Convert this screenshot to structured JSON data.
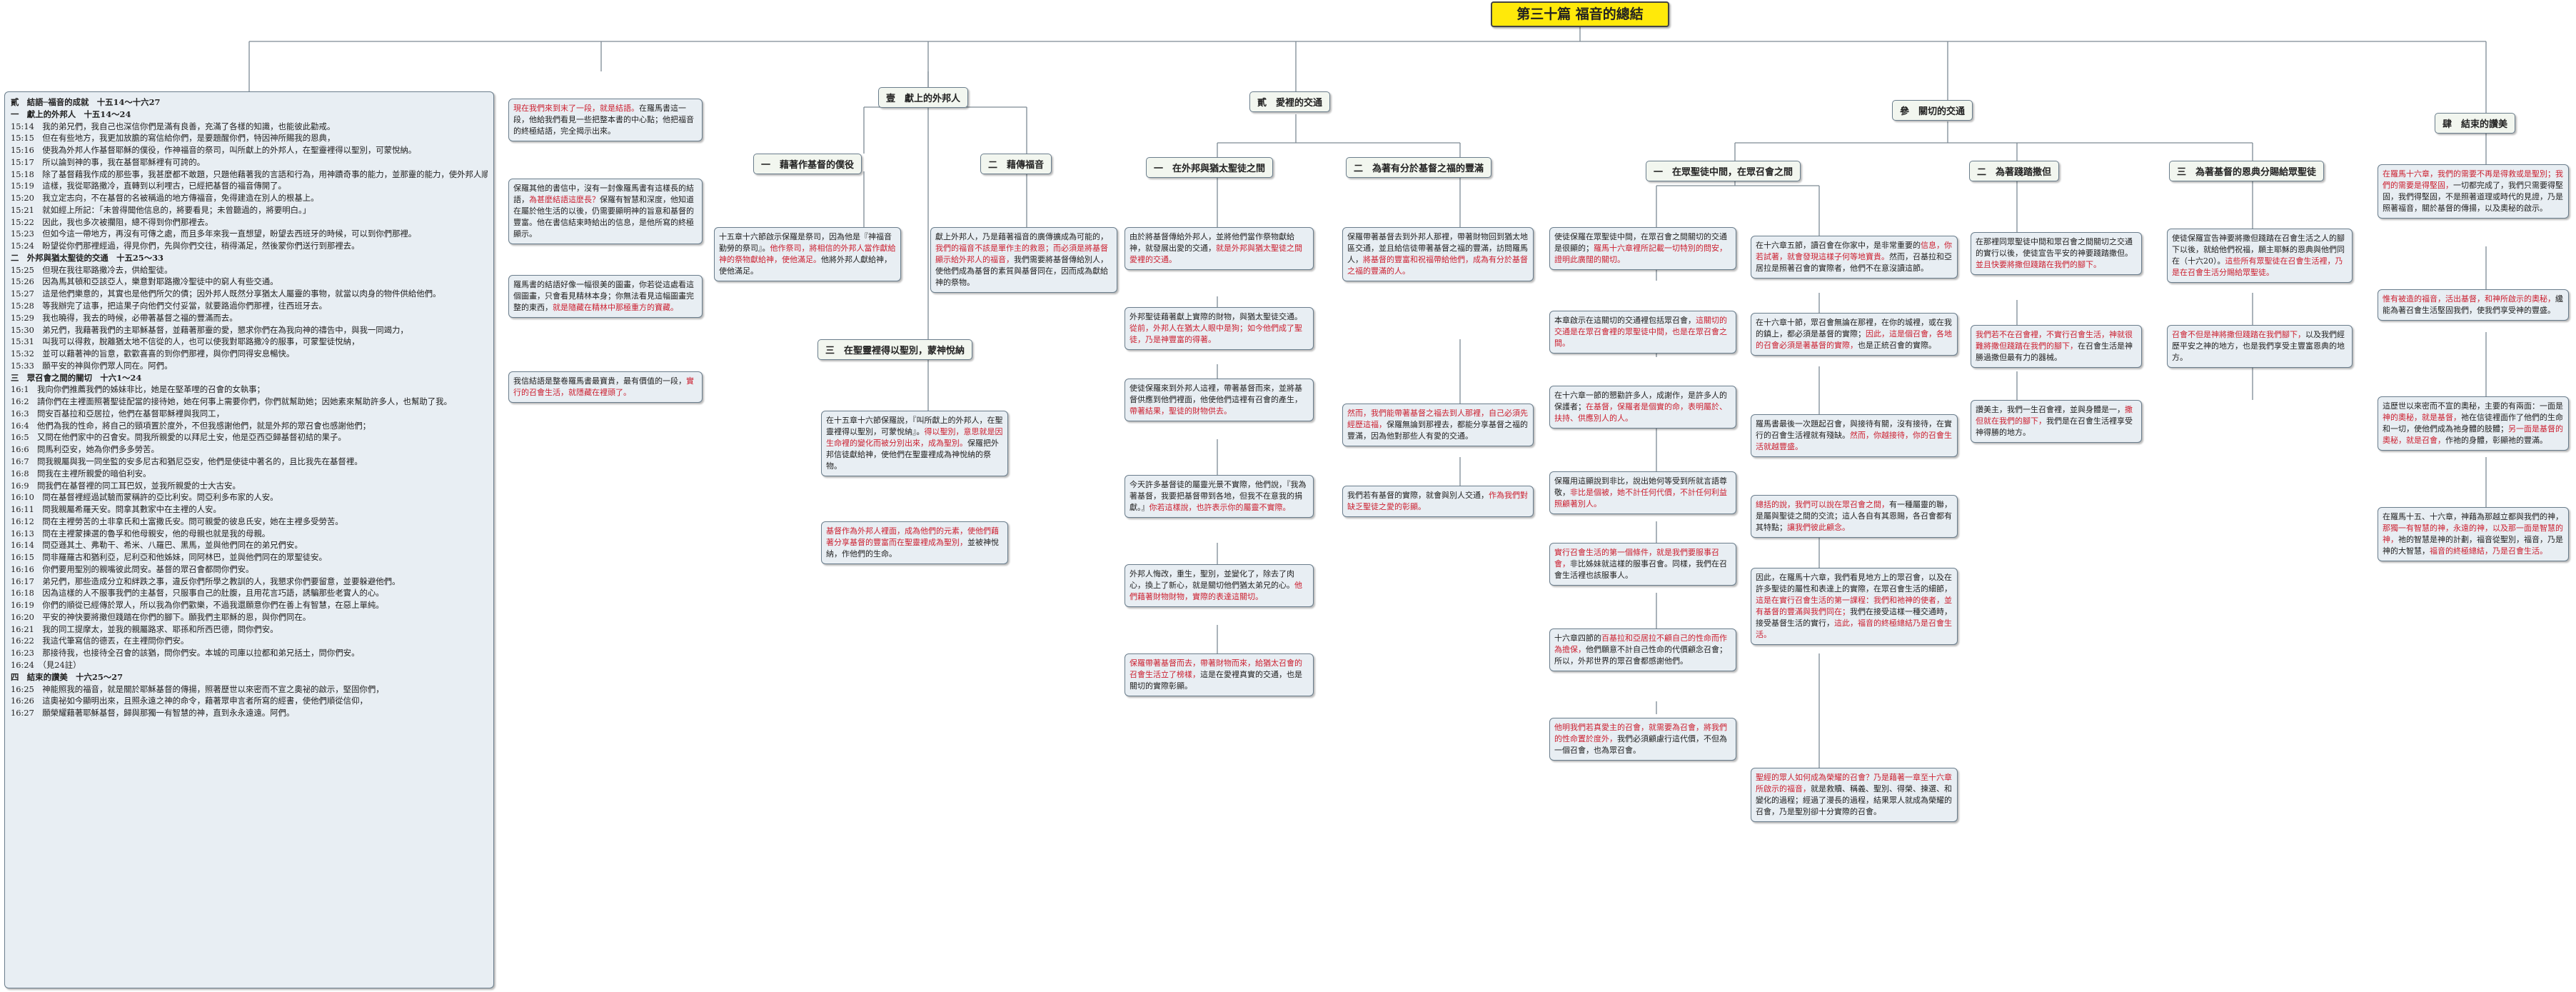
{
  "root": "第三十篇 福音的總結",
  "outline": [
    {
      "t": "貳　結語─福音的成就　十五14～十六27",
      "b": true
    },
    {
      "t": "一　獻上的外邦人　十五14～24",
      "b": true
    },
    {
      "t": "15:14　我的弟兄們，我自己也深信你們是滿有良善，充滿了各樣的知識，也能彼此勸戒。"
    },
    {
      "t": "15:15　但在有些地方，我更加放膽的寫信給你們，是要題醒你們，特因神所賜我的恩典，"
    },
    {
      "t": "15:16　使我為外邦人作基督耶穌的僕役，作神福音的祭司，叫所獻上的外邦人，在聖靈裡得以聖別，可蒙悅納。"
    },
    {
      "t": "15:17　所以論到神的事，我在基督耶穌裡有可誇的。"
    },
    {
      "t": "15:18　除了基督藉我作成的那些事，我甚麼都不敢題，只題他藉著我的言語和行為，用神蹟奇事的能力，並那靈的能力，使外邦人順從；"
    },
    {
      "t": "15:19　這樣，我從耶路撒冷，直轉到以利哩古，已經把基督的福音傳開了。"
    },
    {
      "t": "15:20　我立定志向，不在基督的名被稱過的地方傳福音，免得建造在別人的根基上。"
    },
    {
      "t": "15:21　就如經上所記：「未曾得聞他信息的，將要看見；未曾聽過的，將要明白。」"
    },
    {
      "t": "15:22　因此，我也多次被攔阻，總不得到你們那裡去。"
    },
    {
      "t": "15:23　但如今這一帶地方，再沒有可傳之處，而且多年來我一直想望，盼望去西班牙的時候，可以到你們那裡。"
    },
    {
      "t": "15:24　盼望從你們那裡經過，得見你們，先與你們交往，稍得滿足，然後蒙你們送行到那裡去。"
    },
    {
      "t": "二　外邦與猶太聖徒的交通　十五25～33",
      "b": true
    },
    {
      "t": "15:25　但現在我往耶路撒冷去，供給聖徒。"
    },
    {
      "t": "15:26　因為馬其頓和亞該亞人，樂意對耶路撒冷聖徒中的窮人有些交通。"
    },
    {
      "t": "15:27　這是他們樂意的，其實也是他們所欠的債；因外邦人既然分享猶太人屬靈的事物，就當以肉身的物件供給他們。"
    },
    {
      "t": "15:28　等我辦完了這事，把這果子向他們交付妥當，就要路過你們那裡，往西班牙去。"
    },
    {
      "t": "15:29　我也曉得，我去的時候，必帶著基督之福的豐滿而去。"
    },
    {
      "t": "15:30　弟兄們，我藉著我們的主耶穌基督，並藉著那靈的愛，懇求你們在為我向神的禱告中，與我一同竭力，"
    },
    {
      "t": "15:31　叫我可以得救，脫離猶太地不信從的人，也可以使我對耶路撒冷的服事，可蒙聖徒悅納，"
    },
    {
      "t": "15:32　並可以藉著神的旨意，歡歡喜喜的到你們那裡，與你們同得安息暢快。"
    },
    {
      "t": "15:33　願平安的神與你們眾人同在。阿們。"
    },
    {
      "t": "三　眾召會之間的關切　十六1～24",
      "b": true
    },
    {
      "t": "16:1　我向你們推薦我們的姊妹非比，她是在堅革哩的召會的女執事；"
    },
    {
      "t": "16:2　請你們在主裡面照著聖徒配當的接待她，她在何事上需要你們，你們就幫助她；因她素來幫助許多人，也幫助了我。"
    },
    {
      "t": "16:3　問安百基拉和亞居拉，他們在基督耶穌裡與我同工，"
    },
    {
      "t": "16:4　他們為我的性命，將自己的頸項置於度外，不但我感謝他們，就是外邦的眾召會也感謝他們；"
    },
    {
      "t": "16:5　又問在他們家中的召會安。問我所親愛的以拜尼土安，他是亞西亞歸基督初結的果子。"
    },
    {
      "t": "16:6　問馬利亞安，她為你們多多勞苦。"
    },
    {
      "t": "16:7　問我親屬與我一同坐監的安多尼古和猶尼亞安，他們是使徒中著名的，且比我先在基督裡。"
    },
    {
      "t": "16:8　問我在主裡所親愛的暗伯利安。"
    },
    {
      "t": "16:9　問我們在基督裡的同工耳巴奴，並我所親愛的士大古安。"
    },
    {
      "t": "16:10　問在基督裡經過試驗而蒙稱許的亞比利安。問亞利多布家的人安。"
    },
    {
      "t": "16:11　問我親屬希羅天安。問拿其數家中在主裡的人安。"
    },
    {
      "t": "16:12　問在主裡勞苦的土非拿氏和土富撒氏安。問可親愛的彼息氏安，她在主裡多受勞苦。"
    },
    {
      "t": "16:13　問在主裡蒙揀選的魯孚和他母親安，他的母親也就是我的母親。"
    },
    {
      "t": "16:14　問亞遜其土、弗勒干、希米、八羅巴、黑馬，並與他們同在的弟兄們安。"
    },
    {
      "t": "16:15　問非羅羅古和猶利亞，尼利亞和他姊妹，同阿林巴，並與他們同在的眾聖徒安。"
    },
    {
      "t": "16:16　你們要用聖別的親嘴彼此問安。基督的眾召會都問你們安。"
    },
    {
      "t": "16:17　弟兄們，那些造成分立和絆跌之事，違反你們所學之教訓的人，我懇求你們要留意，並要躲避他們。"
    },
    {
      "t": "16:18　因為這樣的人不服事我們的主基督，只服事自己的肚腹，且用花言巧語，誘騙那些老實人的心。"
    },
    {
      "t": "16:19　你們的順從已經傳於眾人，所以我為你們歡樂，不過我還願意你們在善上有智慧，在惡上單純。"
    },
    {
      "t": "16:20　平安的神快要將撒但踐踏在你們的腳下。願我們主耶穌的恩，與你們同在。"
    },
    {
      "t": "16:21　我的同工提摩太，並我的親屬路求、耶孫和所西巴德，問你們安。"
    },
    {
      "t": "16:22　我這代筆寫信的德丟，在主裡問你們安。"
    },
    {
      "t": "16:23　那接待我，也接待全召會的該猶，問你們安。本城的司庫以拉都和弟兄括土，問你們安。"
    },
    {
      "t": "16:24　（見24註）"
    },
    {
      "t": "四　結束的讚美　十六25～27",
      "b": true
    },
    {
      "t": "16:25　神能照我的福音，就是關於耶穌基督的傳揚，照著歷世以來密而不宣之奧祕的啟示，堅固你們，"
    },
    {
      "t": "16:26　這奧祕如今顯明出來，且照永遠之神的命令，藉著眾申言者所寫的經書，使他們順從信仰，"
    },
    {
      "t": "16:27　願榮耀藉著耶穌基督，歸與那獨一有智慧的神，直到永永遠遠。阿們。"
    }
  ],
  "sections": {
    "s1": "壹　獻上的外邦人",
    "s1a": "一　藉著作基督的僕役",
    "s1b": "二　藉傳福音",
    "s1c": "三　在聖靈裡得以聖別，蒙神悅納",
    "s2": "貳　愛裡的交通",
    "s2a": "一　在外邦與猶太聖徒之間",
    "s2b": "二　為著有分於基督之福的豐滿",
    "s3": "參　關切的交通",
    "s3a": "一　在眾聖徒中間，在眾召會之間",
    "s3b": "二　為著踐踏撒但",
    "s3c": "三　為著基督的恩典分賜給眾聖徒",
    "s4": "肆　結束的讚美"
  },
  "notes": {
    "intro": [
      {
        "t": "現在我們來到末了一段，就是結語。",
        "r": true
      },
      {
        "t": "在羅馬書這一段，他給我們看見一些把整本書的中心點；他把福音的終極結語，完全揭示出來。"
      }
    ],
    "s1_body": [
      {
        "t": "保羅其他的書信中，沒有一封像羅馬書有這樣長的結語，"
      },
      {
        "t": "為甚麼結語這麼長？",
        "r": true
      },
      {
        "t": "保羅有智慧和深度，他知道在屬於他生活的以後，仍需要顯明神的旨意和基督的豐富。"
      },
      {
        "t": "他在書信結束時給出的信息，是他所寫的終極顯示。"
      }
    ],
    "s1_body2": [
      {
        "t": "羅馬書的結語好像一幅很美的圖畫，你若從這處看這個圖畫，只會看見精林本身；你無法看見這幅圖畫完整的東西，"
      },
      {
        "t": "就是隨藏在精林中那極重方的寶藏。",
        "r": true
      }
    ],
    "s1_body3": [
      {
        "t": "我信結語是整卷羅馬書最寶貴，最有價值的一段，"
      },
      {
        "t": "實行的召會生活，就隱藏在裡頭了。",
        "r": true
      }
    ],
    "s1a_note": [
      {
        "t": "十五章十六節啟示保羅是祭司，因為他是『神福音勤勞的祭司』。"
      },
      {
        "t": "他作祭司，將相信的外邦人當作獻給神的祭物獻給神，使他滿足。",
        "r": true
      },
      {
        "t": "他將外邦人獻給神，使他滿足。"
      }
    ],
    "s1b_note": [
      {
        "t": "獻上外邦人，乃是藉著福音的廣傳擴成為可能的，"
      },
      {
        "t": "我們的福音不該是單作主的救恩；而必須是將基督顯示給外邦人的福音，",
        "r": true
      },
      {
        "t": "我們需要將基督傳給別人，使他們成為基督的素質與基督同在，因而成為獻給神的祭物。"
      }
    ],
    "s1c_note": [
      {
        "t": "在十五章十六節保羅說，『叫所獻上的外邦人，在聖靈裡得以聖別，可蒙悅納』。"
      },
      {
        "t": "得以聖別，意思就是因生命裡的變化而被分別出來，成為聖別。",
        "r": true
      },
      {
        "t": "保羅把外邦信徒獻給神，使他們在聖靈裡成為神悅納的祭物。"
      }
    ],
    "s1c_note2": [
      {
        "t": "基督作為外邦人裡面，成為他們的元素，使他們藉著分享基督的豐富而在聖靈裡成為聖別，",
        "r": true
      },
      {
        "t": "並被神悅納，作他們的生命。"
      }
    ],
    "s2a_1": [
      {
        "t": "由於將基督傳給外邦人，並將他們當作祭物獻給神，就發展出愛的交通，"
      },
      {
        "t": "就是外邦與猶太聖徒之間愛裡的交通。",
        "r": true
      }
    ],
    "s2a_2": [
      {
        "t": "外邦聖徒藉著獻上實際的財物，與猶太聖徒交通。"
      },
      {
        "t": "從前，外邦人在猶太人眼中是狗；如今他們成了聖徒，乃是神豐富的得著。",
        "r": true
      }
    ],
    "s2a_3": [
      {
        "t": "使徒保羅來到外邦人這裡，帶著基督而來，並將基督供應到他們裡面，他使他們這裡有召會的產生，"
      },
      {
        "t": "帶著結果，聖徒的財物供去。",
        "r": true
      }
    ],
    "s2a_4": [
      {
        "t": "今天許多基督徒的屬靈光景不實際，他們說，『我為著基督，我要把基督帶到各地，但我不在意我的捐獻。』"
      },
      {
        "t": "你若這樣說，也許表示你的屬靈不實際。",
        "r": true
      }
    ],
    "s2a_5": [
      {
        "t": "外邦人悔改，重生，聖別，並變化了，除去了肉心，換上了新心，就是關切他們猶太弟兄的心。"
      },
      {
        "t": "他們藉著財物財物，實際的表達這關切。",
        "r": true
      }
    ],
    "s2a_6": [
      {
        "t": "保羅帶著基督而去，帶著財物而來，給猶太召會的召會生活立了榜樣，",
        "r": true
      },
      {
        "t": "這是在愛裡真實的交通，也是關切的實際彰顯。"
      }
    ],
    "s2b_1": [
      {
        "t": "保羅帶著基督去到外邦人那裡，帶著財物回到猶太地區交通，並且給信徒帶著基督之福的豐滿，訪問羅馬人，"
      },
      {
        "t": "將基督的豐富和祝福帶給他們，成為有分於基督之福的豐滿的人。",
        "r": true
      }
    ],
    "s2b_2": [
      {
        "t": "然而，我們能帶著基督之福去到人那裡，自己必須先經歷這福，",
        "r": true
      },
      {
        "t": "保羅無論到那裡去，都能分享基督之福的豐滿，因為他對那些人有愛的交通。"
      }
    ],
    "s2b_3": [
      {
        "t": "我們若有基督的實際，就會與別人交通，"
      },
      {
        "t": "作為我們對缺乏聖徒之愛的彰顯。",
        "r": true
      }
    ],
    "s3a_l1": [
      {
        "t": "使徒保羅在眾聖徒中間，在眾召會之間關切的交通是很顯的；"
      },
      {
        "t": "羅馬十六章裡所記載一切特別的問安，證明此廣闊的關切。",
        "r": true
      }
    ],
    "s3a_l2": [
      {
        "t": "本章啟示在這關切的交通裡包括眾召會，"
      },
      {
        "t": "這關切的交通是在眾召會裡的眾聖徒中間，也是在眾召會之間。",
        "r": true
      }
    ],
    "s3a_l3": [
      {
        "t": "在十六章一節的懇勸許多人，成謝作，是許多人的保護者；"
      },
      {
        "t": "在基督，保羅者是個實的命，表明屬於、扶持、供應別人的人。",
        "r": true
      }
    ],
    "s3a_l4": [
      {
        "t": "保羅用這顯說到非比，說出她何等受到所就言語尊敬，"
      },
      {
        "t": "非比是個被，她不計任何代價，不計任何利益照顧著別人。",
        "r": true
      }
    ],
    "s3a_l5": [
      {
        "t": "實行召會生活的第一個條件，就是我們要服事召會，",
        "r": true
      },
      {
        "t": "非比姊妹就這樣的服事召會。同樣，我們在召會生活裡也該服事人。"
      }
    ],
    "s3a_l6": [
      {
        "t": "十六章四節的"
      },
      {
        "t": "百基拉和亞居拉不顧自己的性命而作為擔保，",
        "r": true
      },
      {
        "t": "他們願意不計自己性命的代價顧念召會；所以，外邦世界的眾召會都感謝他們。"
      }
    ],
    "s3a_l7": [
      {
        "t": "他明我們若真愛主的召會，就需要為召會，將我們的性命置於度外，",
        "r": true
      },
      {
        "t": "我們必須顧慮行這代價，不但為一個召會，也為眾召會。"
      }
    ],
    "s3a_r1": [
      {
        "t": "在十六章五節，"
      },
      {
        "t": "讀召會在你家中，是非常重要的"
      },
      {
        "t": "信息，你若試著，就會發現這樣子何等地寶貴。",
        "r": true
      },
      {
        "t": "然而，召基拉和亞居拉是照著召會的實際者，他們不在意沒讀這節。"
      }
    ],
    "s3a_r2": [
      {
        "t": "在十六章十節，眾召會無論在那裡，在你的城裡，或在我的鎮上，都必須是基督的實際；"
      },
      {
        "t": "因此，這是個召會，各地的召會必須是著基督的實際，",
        "r": true
      },
      {
        "t": "也是正統召會的實際。"
      }
    ],
    "s3a_r3": [
      {
        "t": "羅馬書最後一次題起召會，與接待有關，沒有接待，在實行的召會生活裡就有殘缺。"
      },
      {
        "t": "然而，你越接待，你的召會生活就越豐盛。",
        "r": true
      }
    ],
    "s3a_r4": [
      {
        "t": "總括的說，我們可以說在眾召會之間，",
        "r": true
      },
      {
        "t": "有一種屬靈的聯，是屬與聖徒之間的交流；這人各自有其恩賜，各召會都有其特點；"
      },
      {
        "t": "讓我們彼此顧念。",
        "r": true
      }
    ],
    "s3a_r5": [
      {
        "t": "因此，在羅馬十六章，我們看見地方上的眾召會，以及在許多聖徒的屬性和表達上的實際，在眾召會生活的細節，"
      },
      {
        "t": "這是在實行召會生活的第一課程：我們和祂神的使者，並有基督的豐滿與我們同在；",
        "r": true
      },
      {
        "t": "我們在接受這樣一種交通時，接受基督生活的實行，"
      },
      {
        "t": "這此，福音的終極總結乃是召會生活。",
        "r": true
      }
    ],
    "s3a_r6": [
      {
        "t": "聖經的眾人如何成為榮耀的召會？乃是藉著一章至十六章所啟示的福音，",
        "r": true
      },
      {
        "t": "就是救贖、稱義、聖別、得榮、揀選、和變化的過程；經過了漫長的過程，結果眾人就成為榮耀的召會，"
      },
      {
        "t": "乃是聖別卻十分實際的召會。"
      }
    ],
    "s3b_1": [
      {
        "t": "在那裡同眾聖徒中間和眾召會之間關切之交通的實行以後，使徒宣告平安的神要踐踏撒但。"
      },
      {
        "t": "並且快要將撒但踐踏在我們的腳下。",
        "r": true
      }
    ],
    "s3b_2": [
      {
        "t": "我們若不在召會裡，不實行召會生活，神就很難將撒但踐踏在我們的腳下，",
        "r": true
      },
      {
        "t": "在召會生活是神勝過撒但最有力的器械。"
      }
    ],
    "s3b_3": [
      {
        "t": "讚美主，我們一生召會裡，並與身體是一，"
      },
      {
        "t": "撒但就在我們的腳下，",
        "r": true
      },
      {
        "t": "我們是在召會生活裡享受神得勝的地方。"
      }
    ],
    "s3c_1": [
      {
        "t": "使徒保羅宣告神要將撒但踐踏在召會生活之人的腳下以後，就給他們祝福，願主耶穌的恩典與他們同在（十六20）。"
      },
      {
        "t": "這些所有眾聖徒在召會生活裡，乃是在召會生活分賜給眾聖徒。",
        "r": true
      }
    ],
    "s3c_2": [
      {
        "t": "召會不但是神將撒但踐踏在我們腳下，",
        "r": true
      },
      {
        "t": "以及我們經歷平安之神的地方，也是我們享受主豐富恩典的地方。"
      }
    ],
    "s4_1": [
      {
        "t": "在羅馬十六章，我們的需要不再是得救或是聖別；我們的需要是得堅固，",
        "r": true
      },
      {
        "t": "一切都完成了，我們只需要得堅固，我們得堅固，不是照著道理或時代的見證，乃是照著福音，關於基督的傳揚，以及奧秘的啟示。"
      }
    ],
    "s4_2": [
      {
        "t": "惟有被造的福音，活出基督，和神所啟示的奧秘，",
        "r": true
      },
      {
        "t": "纔能為著召會生活堅固我們，使我們享受神的豐盛。"
      }
    ],
    "s4_3": [
      {
        "t": "這歷世以來密而不宣的奧秘，主要的有兩面：一面是"
      },
      {
        "t": "神的奧秘，就是基督，",
        "r": true
      },
      {
        "t": "祂在信徒裡面作了他們的生命和一切，使他們成為祂身體的肢體；"
      },
      {
        "t": "另一面是基督的奧秘，就是召會，",
        "r": true
      },
      {
        "t": "作祂的身體，彰顯祂的豐滿。"
      }
    ],
    "s4_4": [
      {
        "t": "在羅馬十五、十六章，神藉為那越立都與我們的神，"
      },
      {
        "t": "那獨一有智慧的神，永遠的神，以及那一面是智慧的神，",
        "r": true
      },
      {
        "t": "祂的智慧是神的計劃，"
      },
      {
        "t": "福音從聖別，福音，乃是神的大智慧，"
      },
      {
        "t": "福音的終極總結，乃是召會生活。",
        "r": true
      }
    ]
  }
}
